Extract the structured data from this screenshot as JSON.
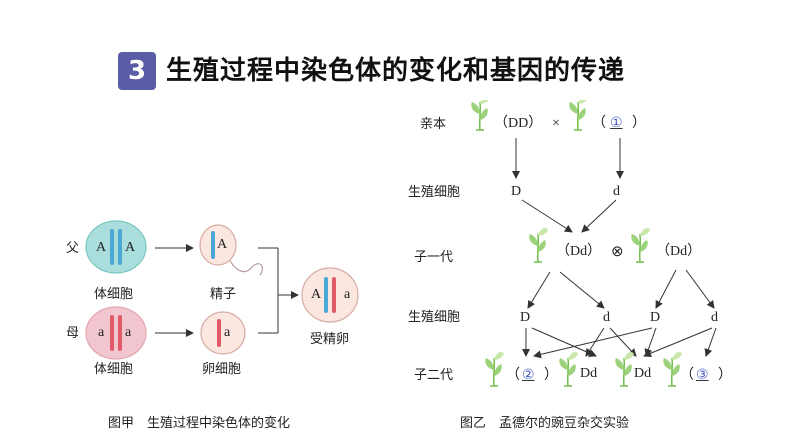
{
  "header": {
    "number": "3",
    "title": "生殖过程中染色体的变化和基因的传递"
  },
  "figure_a": {
    "caption": "图甲　生殖过程中染色体的变化",
    "father_label": "父",
    "mother_label": "母",
    "father_cell": {
      "alleles": [
        "A",
        "A"
      ],
      "label": "体细胞"
    },
    "sperm": {
      "allele": "A",
      "label": "精子"
    },
    "mother_cell": {
      "alleles": [
        "a",
        "a"
      ],
      "label": "体细胞"
    },
    "egg": {
      "allele": "a",
      "label": "卵细胞"
    },
    "zygote": {
      "alleles": [
        "A",
        "a"
      ],
      "label": "受精卵"
    }
  },
  "figure_b": {
    "caption": "图乙　孟德尔的豌豆杂交实验",
    "rows": {
      "parents": "亲本",
      "gametes1": "生殖细胞",
      "f1": "子一代",
      "gametes2": "生殖细胞",
      "f2": "子二代"
    },
    "parent_dd": "（DD）",
    "cross_symbol": "×",
    "parent_blank_open": "（",
    "parent_blank": "①",
    "parent_blank_close": "）",
    "gamete_D": "D",
    "gamete_d": "d",
    "f1_left": "（Dd）",
    "self_symbol": "⊗",
    "f1_right": "（Dd）",
    "g2": [
      "D",
      "d",
      "D",
      "d"
    ],
    "f2_blank2_open": "（",
    "f2_blank2": "②",
    "f2_blank2_close": "）",
    "f2_dd1": "Dd",
    "f2_dd2": "Dd",
    "f2_blank3_open": "（",
    "f2_blank3": "③",
    "f2_blank3_close": "）"
  },
  "colors": {
    "accent": "#5b5ca8",
    "father_cell": "#a9dedd",
    "mother_cell": "#f2c6cf",
    "chrom_blue": "#4aa7d6",
    "chrom_red": "#e05a6a",
    "sperm_fill": "#fbe6e0",
    "plant_green": "#6fbf4a"
  }
}
